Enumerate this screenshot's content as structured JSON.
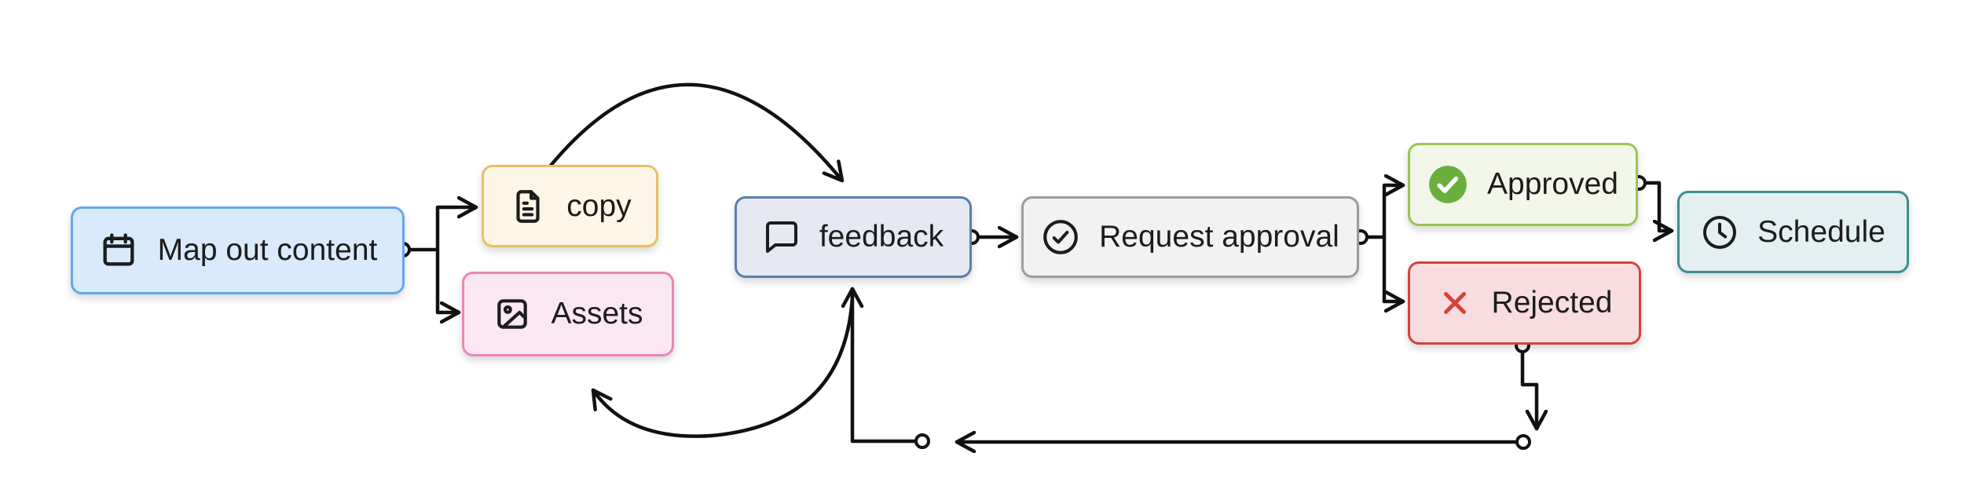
{
  "diagram": {
    "type": "flowchart",
    "background_color": "#ffffff",
    "line_color": "#111111",
    "text_color": "#1c1c1c",
    "nodes": [
      {
        "id": "map-out-content",
        "label": "Map out content",
        "icon": "calendar-icon",
        "bg": "#d9eafc",
        "border": "#64a7ec",
        "icon_color": "#1c1c1c"
      },
      {
        "id": "copy",
        "label": "copy",
        "icon": "document-icon",
        "bg": "#fdf6e7",
        "border": "#eabf63",
        "icon_color": "#1c1c1c"
      },
      {
        "id": "assets",
        "label": "Assets",
        "icon": "image-icon",
        "bg": "#fbe7f2",
        "border": "#ee85b7",
        "icon_color": "#1c1c1c"
      },
      {
        "id": "feedback",
        "label": "feedback",
        "icon": "speech-bubble-icon",
        "bg": "#e6e9f2",
        "border": "#5b7dab",
        "icon_color": "#1c1c1c"
      },
      {
        "id": "request-approval",
        "label": "Request approval",
        "icon": "check-circle-icon",
        "bg": "#f2f2f2",
        "border": "#9c9c9c",
        "icon_color": "#1c1c1c"
      },
      {
        "id": "approved",
        "label": "Approved",
        "icon": "check-circle-filled-icon",
        "bg": "#f2f7ea",
        "border": "#9cc353",
        "icon_color": "#6aaf3d"
      },
      {
        "id": "rejected",
        "label": "Rejected",
        "icon": "x-icon",
        "bg": "#f9dcdf",
        "border": "#d5423c",
        "icon_color": "#d5423c"
      },
      {
        "id": "schedule",
        "label": "Schedule",
        "icon": "clock-icon",
        "bg": "#e3eff0",
        "border": "#3d8d92",
        "icon_color": "#1c1c1c"
      }
    ],
    "edges": [
      {
        "from": "map-out-content",
        "to": "copy"
      },
      {
        "from": "map-out-content",
        "to": "assets"
      },
      {
        "from": "copy",
        "to": "feedback",
        "style": "curved"
      },
      {
        "from": "feedback",
        "to": "assets",
        "style": "curved"
      },
      {
        "from": "feedback",
        "to": "request-approval"
      },
      {
        "from": "request-approval",
        "to": "approved"
      },
      {
        "from": "request-approval",
        "to": "rejected"
      },
      {
        "from": "approved",
        "to": "schedule"
      },
      {
        "from": "rejected",
        "to": "feedback",
        "style": "bottom-return"
      }
    ]
  }
}
